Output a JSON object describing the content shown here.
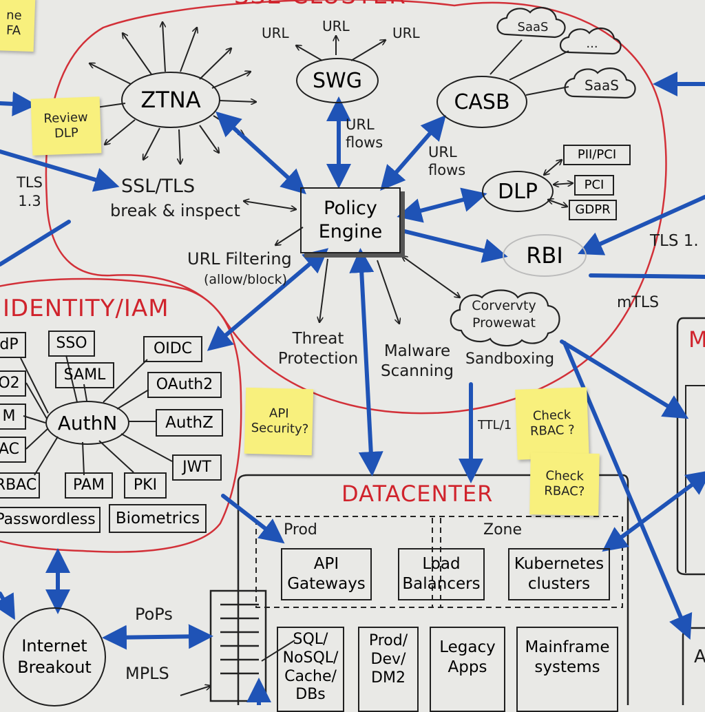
{
  "clusters": {
    "sse": "SSE CLUSTER",
    "identity": "IDENTITY/IAM",
    "datacenter": "DATACENTER",
    "right": "M"
  },
  "sse": {
    "ztna": "ZTNA",
    "swg": "SWG",
    "casb": "CASB",
    "policy_engine": "Policy Engine",
    "dlp": "DLP",
    "rbi": "RBI",
    "urls": [
      "URL",
      "URL",
      "URL"
    ],
    "url_flows_swg": "URL flows",
    "url_flows_casb": "URL flows",
    "saas": [
      "SaaS",
      "...",
      "SaaS"
    ],
    "dlp_tags": [
      "PII/PCI",
      "PCI",
      "GDPR"
    ],
    "ssl": "SSL/TLS",
    "ssl_sub": "break & inspect",
    "url_filtering": "URL Filtering",
    "url_filtering_sub": "(allow/block)",
    "threat": "Threat Protection",
    "malware": "Malware Scanning",
    "cloud_text": "Corvervty Prowewat",
    "sandboxing": "Sandboxing"
  },
  "links": {
    "tls13_left": "TLS 1.3",
    "tls13_right": "TLS 1.",
    "mtls": "mTLS",
    "pops": "PoPs",
    "mpls": "MPLS",
    "ttl": "TTL/1",
    "internet": "Internet Breakout"
  },
  "identity": {
    "authn": "AuthN",
    "nodes": [
      "dP",
      "O2",
      "M",
      "AC",
      "RBAC",
      "SSO",
      "SAML",
      "OIDC",
      "OAuth2",
      "AuthZ",
      "JWT",
      "PAM",
      "PKI",
      "Passwordless",
      "Biometrics"
    ]
  },
  "datacenter": {
    "prod": "Prod",
    "zone": "Zone",
    "api_gw": "API Gateways",
    "lb": "Load Balancers",
    "k8s": "Kubernetes clusters",
    "sql": "SQL/ NoSQL/ Cache/ DBs",
    "proddev": "Prod/ Dev/ DM2",
    "legacy": "Legacy Apps",
    "mainframe": "Mainframe systems"
  },
  "stickies": {
    "top_left": "ne FA",
    "review_dlp": "Review DLP",
    "api_security": "API Security?",
    "check_rbac_1": "Check RBAC ?",
    "check_rbac_2": "Check RBAC?"
  },
  "right_edge": {
    "a_label": "A"
  }
}
